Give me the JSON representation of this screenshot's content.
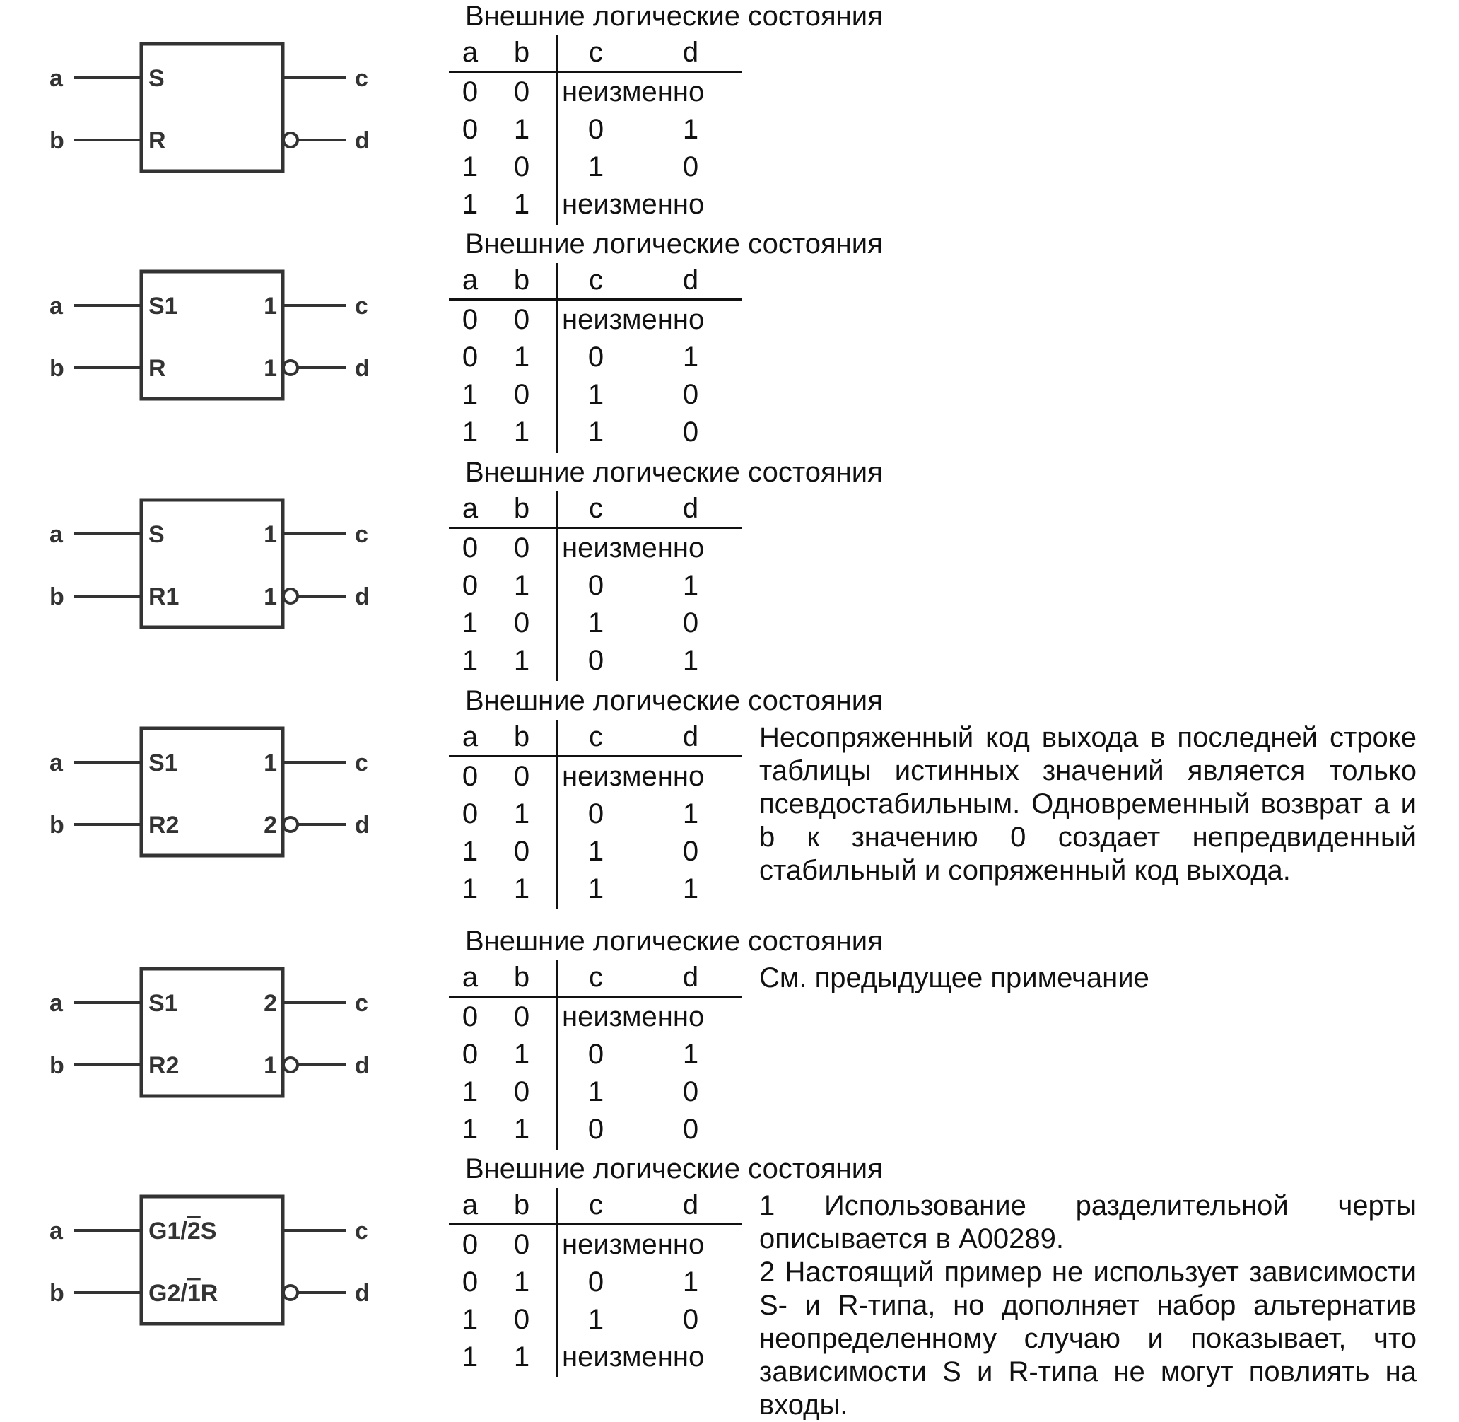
{
  "header_title": "Внешние логические состояния",
  "columns": [
    "a",
    "b",
    "c",
    "d"
  ],
  "pins": {
    "a": "a",
    "b": "b",
    "c": "c",
    "d": "d"
  },
  "sections": [
    {
      "block": {
        "in_top": "S",
        "in_bottom": "R",
        "out_top": "",
        "out_bottom": ""
      },
      "rows": [
        {
          "a": "0",
          "b": "0",
          "c": "",
          "d": "",
          "span": "неизменно"
        },
        {
          "a": "0",
          "b": "1",
          "c": "0",
          "d": "1",
          "span": ""
        },
        {
          "a": "1",
          "b": "0",
          "c": "1",
          "d": "0",
          "span": ""
        },
        {
          "a": "1",
          "b": "1",
          "c": "",
          "d": "",
          "span": "неизменно"
        }
      ],
      "note": []
    },
    {
      "block": {
        "in_top": "S1",
        "in_bottom": "R",
        "out_top": "1",
        "out_bottom": "1"
      },
      "rows": [
        {
          "a": "0",
          "b": "0",
          "c": "",
          "d": "",
          "span": "неизменно"
        },
        {
          "a": "0",
          "b": "1",
          "c": "0",
          "d": "1",
          "span": ""
        },
        {
          "a": "1",
          "b": "0",
          "c": "1",
          "d": "0",
          "span": ""
        },
        {
          "a": "1",
          "b": "1",
          "c": "1",
          "d": "0",
          "span": ""
        }
      ],
      "note": []
    },
    {
      "block": {
        "in_top": "S",
        "in_bottom": "R1",
        "out_top": "1",
        "out_bottom": "1"
      },
      "rows": [
        {
          "a": "0",
          "b": "0",
          "c": "",
          "d": "",
          "span": "неизменно"
        },
        {
          "a": "0",
          "b": "1",
          "c": "0",
          "d": "1",
          "span": ""
        },
        {
          "a": "1",
          "b": "0",
          "c": "1",
          "d": "0",
          "span": ""
        },
        {
          "a": "1",
          "b": "1",
          "c": "0",
          "d": "1",
          "span": ""
        }
      ],
      "note": []
    },
    {
      "block": {
        "in_top": "S1",
        "in_bottom": "R2",
        "out_top": "1",
        "out_bottom": "2"
      },
      "rows": [
        {
          "a": "0",
          "b": "0",
          "c": "",
          "d": "",
          "span": "неизменно"
        },
        {
          "a": "0",
          "b": "1",
          "c": "0",
          "d": "1",
          "span": ""
        },
        {
          "a": "1",
          "b": "0",
          "c": "1",
          "d": "0",
          "span": ""
        },
        {
          "a": "1",
          "b": "1",
          "c": "1",
          "d": "1",
          "span": ""
        }
      ],
      "note": [
        "Несопряженный код выхода в последней строке таблицы истинных значений является только псевдостабильным. Одновременный возврат а и b к значению 0 создает непредвиденный стабильный и сопряженный код выхода."
      ]
    },
    {
      "block": {
        "in_top": "S1",
        "in_bottom": "R2",
        "out_top": "2",
        "out_bottom": "1"
      },
      "rows": [
        {
          "a": "0",
          "b": "0",
          "c": "",
          "d": "",
          "span": "неизменно"
        },
        {
          "a": "0",
          "b": "1",
          "c": "0",
          "d": "1",
          "span": ""
        },
        {
          "a": "1",
          "b": "0",
          "c": "1",
          "d": "0",
          "span": ""
        },
        {
          "a": "1",
          "b": "1",
          "c": "0",
          "d": "0",
          "span": ""
        }
      ],
      "note": [
        "См. предыдущее примечание"
      ]
    },
    {
      "block": {
        "in_top_a": "G1/",
        "in_top_bar": "2",
        "in_top_b": "S",
        "in_bottom_a": "G2/",
        "in_bottom_bar": "1",
        "in_bottom_b": "R",
        "out_top": "",
        "out_bottom": ""
      },
      "rows": [
        {
          "a": "0",
          "b": "0",
          "c": "",
          "d": "",
          "span": "неизменно"
        },
        {
          "a": "0",
          "b": "1",
          "c": "0",
          "d": "1",
          "span": ""
        },
        {
          "a": "1",
          "b": "0",
          "c": "1",
          "d": "0",
          "span": ""
        },
        {
          "a": "1",
          "b": "1",
          "c": "",
          "d": "",
          "span": "неизменно"
        }
      ],
      "note": [
        "1 Использование разделительной черты описывается в А00289.",
        "2 Настоящий пример не использует зависимости S- и R-типа, но дополняет набор альтернатив неопределенному случаю и показывает, что зависимости S и R-типа не могут повлиять на входы."
      ]
    }
  ]
}
